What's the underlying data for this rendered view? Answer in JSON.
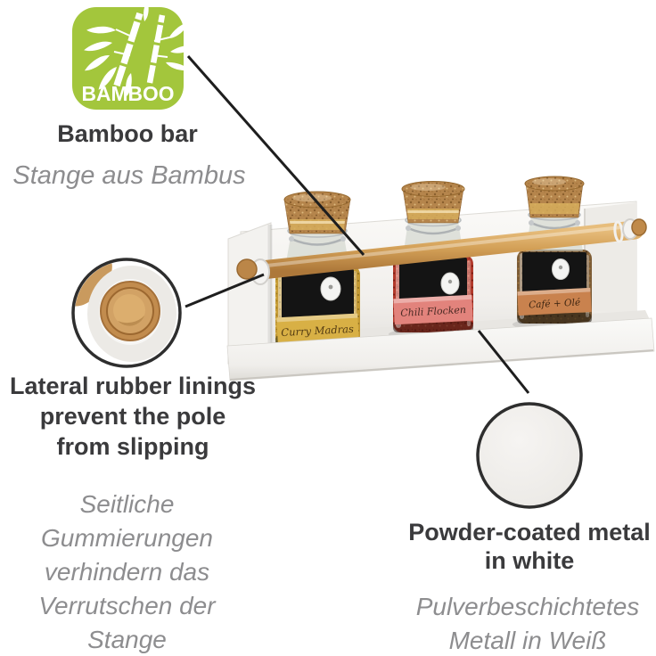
{
  "badge": {
    "label": "BAMBOO",
    "bg_color": "#a3c63c"
  },
  "callouts": {
    "bamboo_bar": {
      "title": "Bamboo bar",
      "subtitle_de": "Stange aus Bambus"
    },
    "rubber_linings": {
      "title_lines": [
        "Lateral rubber linings",
        "prevent the pole",
        "from slipping"
      ],
      "subtitle_de_lines": [
        "Seitliche",
        "Gummierungen",
        "verhindern das",
        "Verrutschen der",
        "Stange"
      ]
    },
    "powder_metal": {
      "title_lines": [
        "Powder-coated metal",
        "in white"
      ],
      "subtitle_de_lines": [
        "Pulverbeschichtetes",
        "Metall in Weiß"
      ]
    }
  },
  "product": {
    "jars": [
      {
        "label": "Curry Madras",
        "band_color": "#d8b045"
      },
      {
        "label": "Chili Flocken",
        "band_color": "#e2837c"
      },
      {
        "label": "Café + Olé",
        "band_color": "#c9824e"
      }
    ],
    "pole_color": "#d9a963",
    "metal_color": "#f4f3f1"
  },
  "colors": {
    "title_text": "#3a3a3c",
    "subtitle_text": "#8d8d8f",
    "callout_line": "#1e1e1e",
    "background": "#ffffff"
  }
}
